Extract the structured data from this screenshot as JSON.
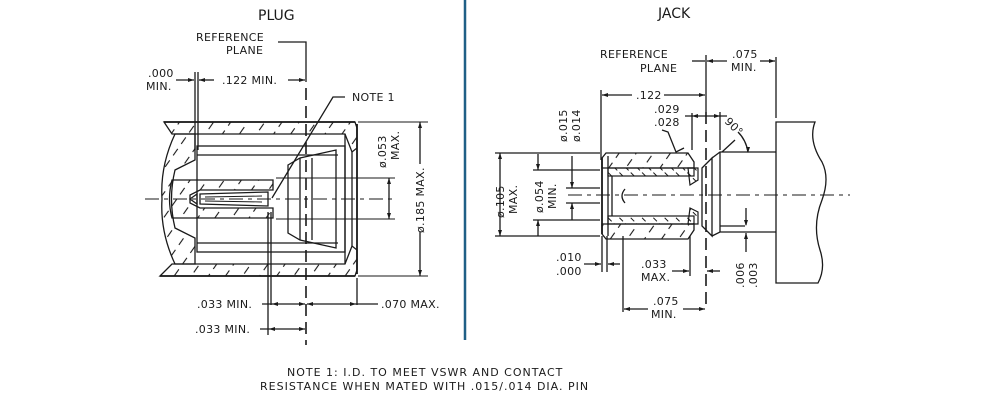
{
  "divider_color": "#1f5f86",
  "plug": {
    "title": "PLUG",
    "reference_plane": [
      "REFERENCE",
      "PLANE"
    ],
    "dim_000": [
      ".000",
      "MIN."
    ],
    "dim_122": ".122  MIN.",
    "note_callout": "NOTE 1",
    "dim_053": [
      "ø.053",
      "MAX."
    ],
    "dim_185": "ø.185  MAX.",
    "dim_033_a": ".033  MIN.",
    "dim_070": ".070  MAX.",
    "dim_033_b": ".033  MIN."
  },
  "jack": {
    "title": "JACK",
    "reference_plane": [
      "REFERENCE",
      "PLANE"
    ],
    "dim_075_top": [
      ".075",
      "MIN."
    ],
    "dim_122": ".122",
    "dim_029_028": [
      ".029",
      ".028"
    ],
    "angle": "90°",
    "dim_015_014": [
      "ø.015",
      "ø.014"
    ],
    "dim_105": [
      "ø.105",
      "MAX."
    ],
    "dim_054": [
      "ø.054",
      "MIN."
    ],
    "dim_010_000": [
      ".010",
      ".000"
    ],
    "dim_033": [
      ".033",
      "MAX."
    ],
    "dim_075_bottom": [
      ".075",
      "MIN."
    ],
    "dim_006_003": [
      ".006",
      ".003"
    ]
  },
  "note": {
    "line1": "NOTE 1: I.D. TO MEET VSWR AND CONTACT",
    "line2": "RESISTANCE WHEN MATED WITH .015/.014 DIA. PIN"
  }
}
